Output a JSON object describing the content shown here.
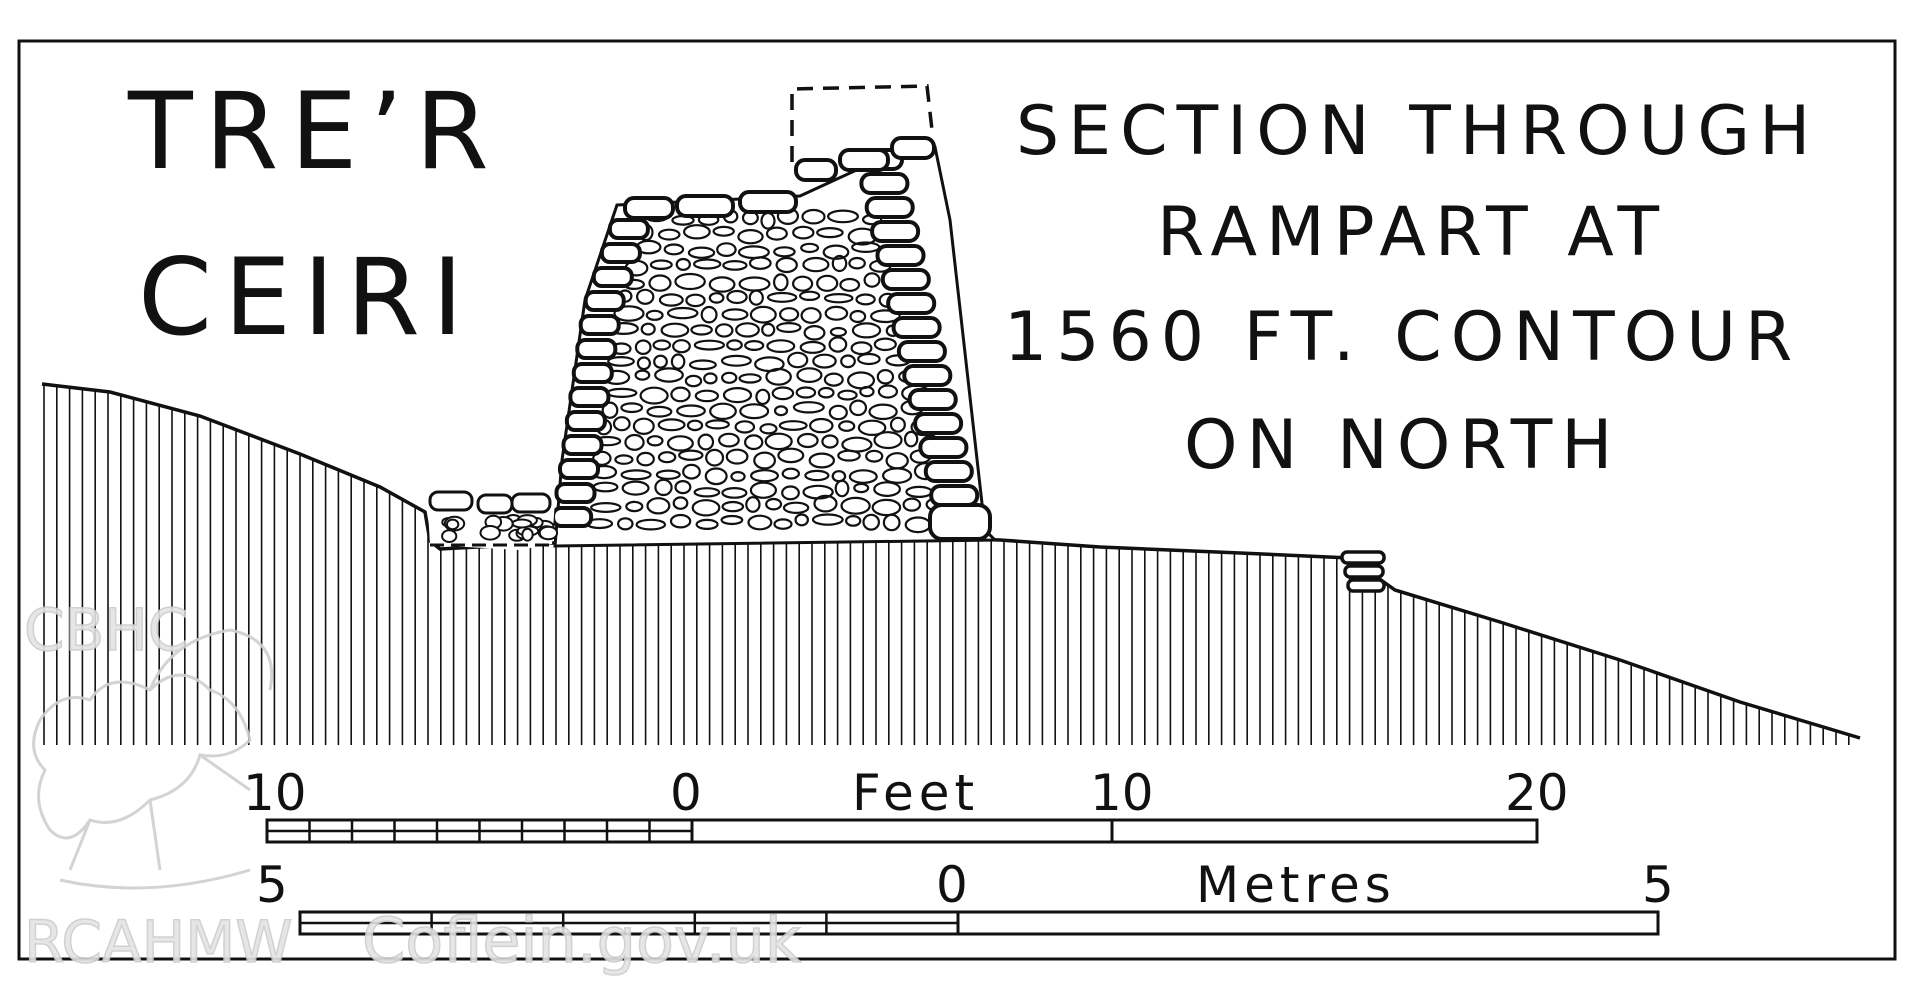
{
  "title": {
    "line1": "TRE’R",
    "line2": "CEIRI"
  },
  "caption": {
    "line1": "SECTION THROUGH",
    "line2": "RAMPART AT",
    "line3": "1560 FT. CONTOUR",
    "line4": "ON NORTH"
  },
  "scales": {
    "feet": {
      "unit_label": "Feet",
      "labels": [
        "10",
        "0",
        "10",
        "20"
      ]
    },
    "metres": {
      "unit_label": "Metres",
      "labels": [
        "5",
        "0",
        "5"
      ]
    }
  },
  "watermark": {
    "logo_text": "CBHC",
    "credit_left": "RCAHMW",
    "credit_right": "Coflein.gov.uk"
  },
  "colors": {
    "ink": "#111111",
    "paper": "#ffffff",
    "watermark": "#d0d0d0"
  }
}
